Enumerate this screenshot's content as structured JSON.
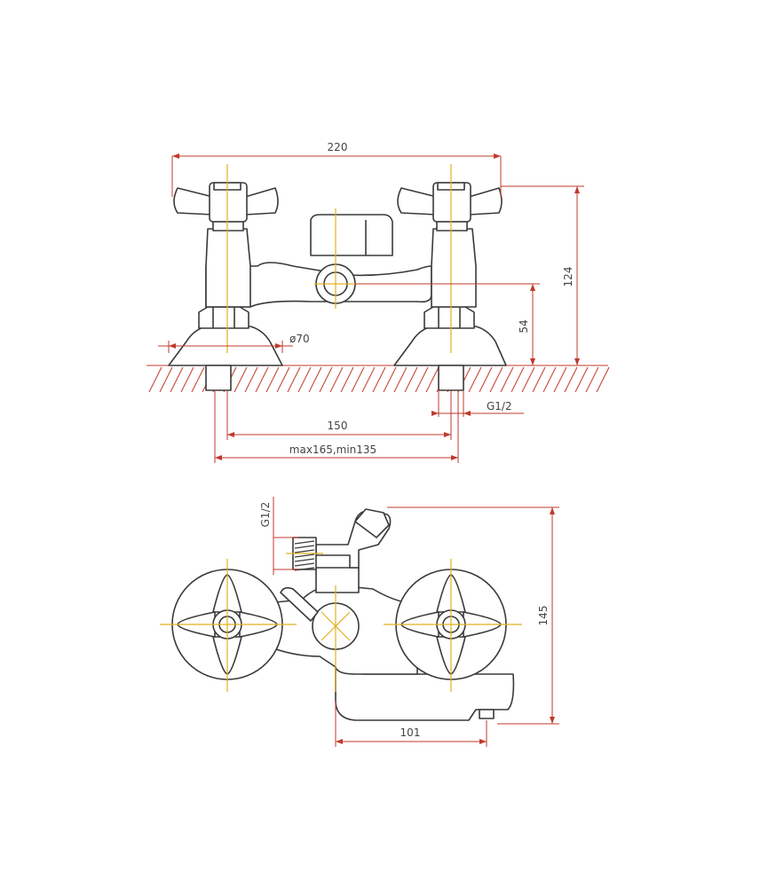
{
  "diagram": {
    "front_view": {
      "dim_width": "220",
      "dim_height": "124",
      "dim_outlet_height": "54",
      "dim_flange_dia": "ø70",
      "dim_thread": "G1/2",
      "dim_spacing": "150",
      "dim_range": "max165,min135"
    },
    "side_view": {
      "dim_thread": "G1/2",
      "dim_height": "145",
      "dim_spout": "101"
    }
  },
  "colors": {
    "dimension": "#c0392b",
    "centerline": "#e0b020",
    "outline": "#3a3a3a"
  }
}
